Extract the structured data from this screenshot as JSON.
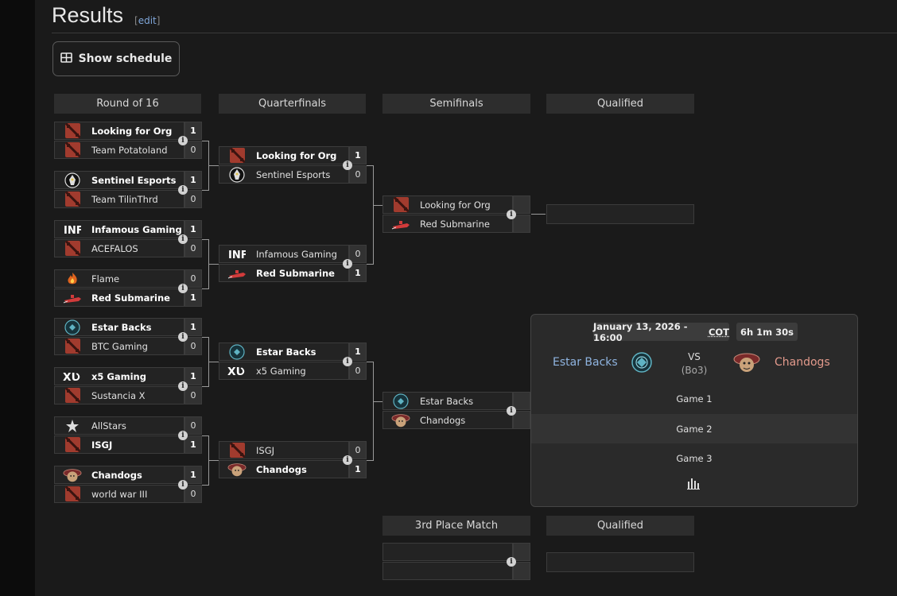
{
  "page": {
    "title": "Results",
    "edit_label": "edit",
    "schedule_button": "Show schedule"
  },
  "rounds": {
    "r16": "Round of 16",
    "qf": "Quarterfinals",
    "sf": "Semifinals",
    "qualified_top": "Qualified",
    "third_place": "3rd Place Match",
    "qualified_bottom": "Qualified"
  },
  "r16_matches": [
    {
      "top": {
        "name": "Looking for Org",
        "score": "1",
        "logo": "dota-logo-icon"
      },
      "bottom": {
        "name": "Team Potatoland",
        "score": "0",
        "logo": "dota-logo-icon"
      }
    },
    {
      "top": {
        "name": "Sentinel Esports",
        "score": "1",
        "logo": "sentinel-logo-icon"
      },
      "bottom": {
        "name": "Team TilinThrd",
        "score": "0",
        "logo": "dota-logo-icon"
      }
    },
    {
      "top": {
        "name": "Infamous Gaming",
        "score": "1",
        "logo": "infamous-logo-icon"
      },
      "bottom": {
        "name": "ACEFALOS",
        "score": "0",
        "logo": "dota-logo-icon"
      }
    },
    {
      "top": {
        "name": "Flame",
        "score": "0",
        "logo": "flame-logo-icon"
      },
      "bottom": {
        "name": "Red Submarine",
        "score": "1",
        "logo": "red-submarine-logo-icon"
      }
    },
    {
      "top": {
        "name": "Estar Backs",
        "score": "1",
        "logo": "estar-backs-logo-icon"
      },
      "bottom": {
        "name": "BTC Gaming",
        "score": "0",
        "logo": "dota-logo-icon"
      }
    },
    {
      "top": {
        "name": "x5 Gaming",
        "score": "1",
        "logo": "x5-logo-icon"
      },
      "bottom": {
        "name": "Sustancia X",
        "score": "0",
        "logo": "dota-logo-icon"
      }
    },
    {
      "top": {
        "name": "AllStars",
        "score": "0",
        "logo": "allstars-logo-icon"
      },
      "bottom": {
        "name": "ISGJ",
        "score": "1",
        "logo": "dota-logo-icon"
      }
    },
    {
      "top": {
        "name": "Chandogs",
        "score": "1",
        "logo": "chandogs-logo-icon"
      },
      "bottom": {
        "name": "world war III",
        "score": "0",
        "logo": "dota-logo-icon"
      }
    }
  ],
  "qf_matches": [
    {
      "top": {
        "name": "Looking for Org",
        "score": "1"
      },
      "bottom": {
        "name": "Sentinel Esports",
        "score": "0"
      }
    },
    {
      "top": {
        "name": "Infamous Gaming",
        "score": "0"
      },
      "bottom": {
        "name": "Red Submarine",
        "score": "1"
      }
    },
    {
      "top": {
        "name": "Estar Backs",
        "score": "1"
      },
      "bottom": {
        "name": "x5 Gaming",
        "score": "0"
      }
    },
    {
      "top": {
        "name": "ISGJ",
        "score": "0"
      },
      "bottom": {
        "name": "Chandogs",
        "score": "1"
      }
    }
  ],
  "sf_matches": [
    {
      "top": {
        "name": "Looking for Org"
      },
      "bottom": {
        "name": "Red Submarine"
      }
    },
    {
      "top": {
        "name": "Estar Backs"
      },
      "bottom": {
        "name": "Chandogs"
      }
    }
  ],
  "popup": {
    "date": "January 13, 2026 - 16:00",
    "timezone": "COT",
    "countdown": "6h 1m 30s",
    "team_left": "Estar Backs",
    "team_right": "Chandogs",
    "vs": "VS",
    "format": "(Bo3)",
    "games": [
      "Game 1",
      "Game 2",
      "Game 3"
    ],
    "stats_icon": "bar-chart-icon"
  },
  "colors": {
    "team_left": "#8fb4e0",
    "team_right": "#e39a8c"
  }
}
